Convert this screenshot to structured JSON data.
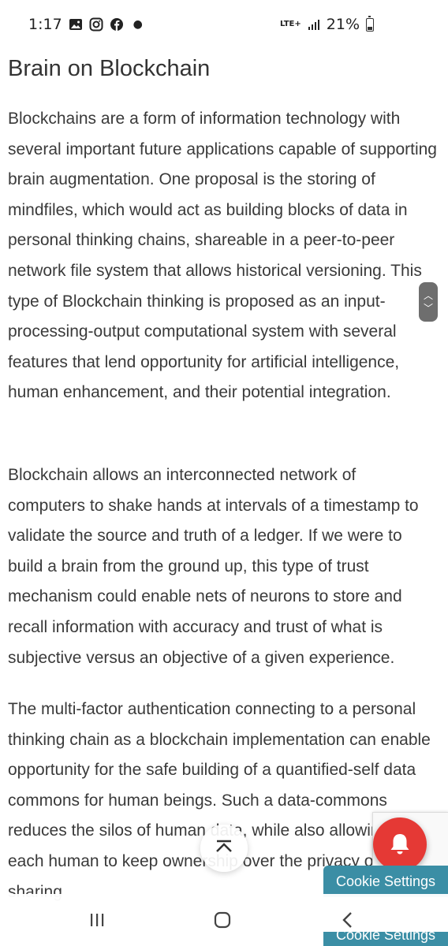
{
  "status_bar": {
    "time": "1:17",
    "network": "LTE+",
    "battery_percent": "21%",
    "battery_level": 0.21,
    "notification_icons": [
      "gallery-icon",
      "instagram-icon",
      "facebook-icon"
    ]
  },
  "article": {
    "title": "Brain on Blockchain",
    "paragraphs": [
      "Blockchains are a form of information technology with several important future applications capable of supporting brain augmentation. One proposal is the storing of mindfiles, which would act as building blocks of data in personal thinking chains, shareable in a peer-to-peer network file system that allows historical versioning. This type of Blockchain thinking is proposed as an input-processing-output computational system with several features that lend opportunity for artificial intelligence, human enhancement, and their potential integration.",
      "Blockchain allows an interconnected network of computers to shake hands at intervals of a timestamp to validate the source and truth of a ledger. If we were to build a brain from the ground up, this type of trust mechanism could enable nets of neurons to store and recall information with accuracy and trust of what is subjective versus an objective of a given experience.",
      "The multi-factor authentication connecting to a personal thinking chain as a blockchain implementation can enable opportunity for the safe building of a quantified-self data commons for human beings. Such a data-commons reduces the silos of human data, while also allowing for each human to keep ownership over the privacy or sharing"
    ]
  },
  "overlays": {
    "cookie_settings_label": "Cookie Settings",
    "cookie_settings_label_2": "Cookie Settings"
  },
  "colors": {
    "cookie_bg": "#3b8ea5",
    "bell_bg": "#e53935",
    "text": "#3a3a3a"
  }
}
